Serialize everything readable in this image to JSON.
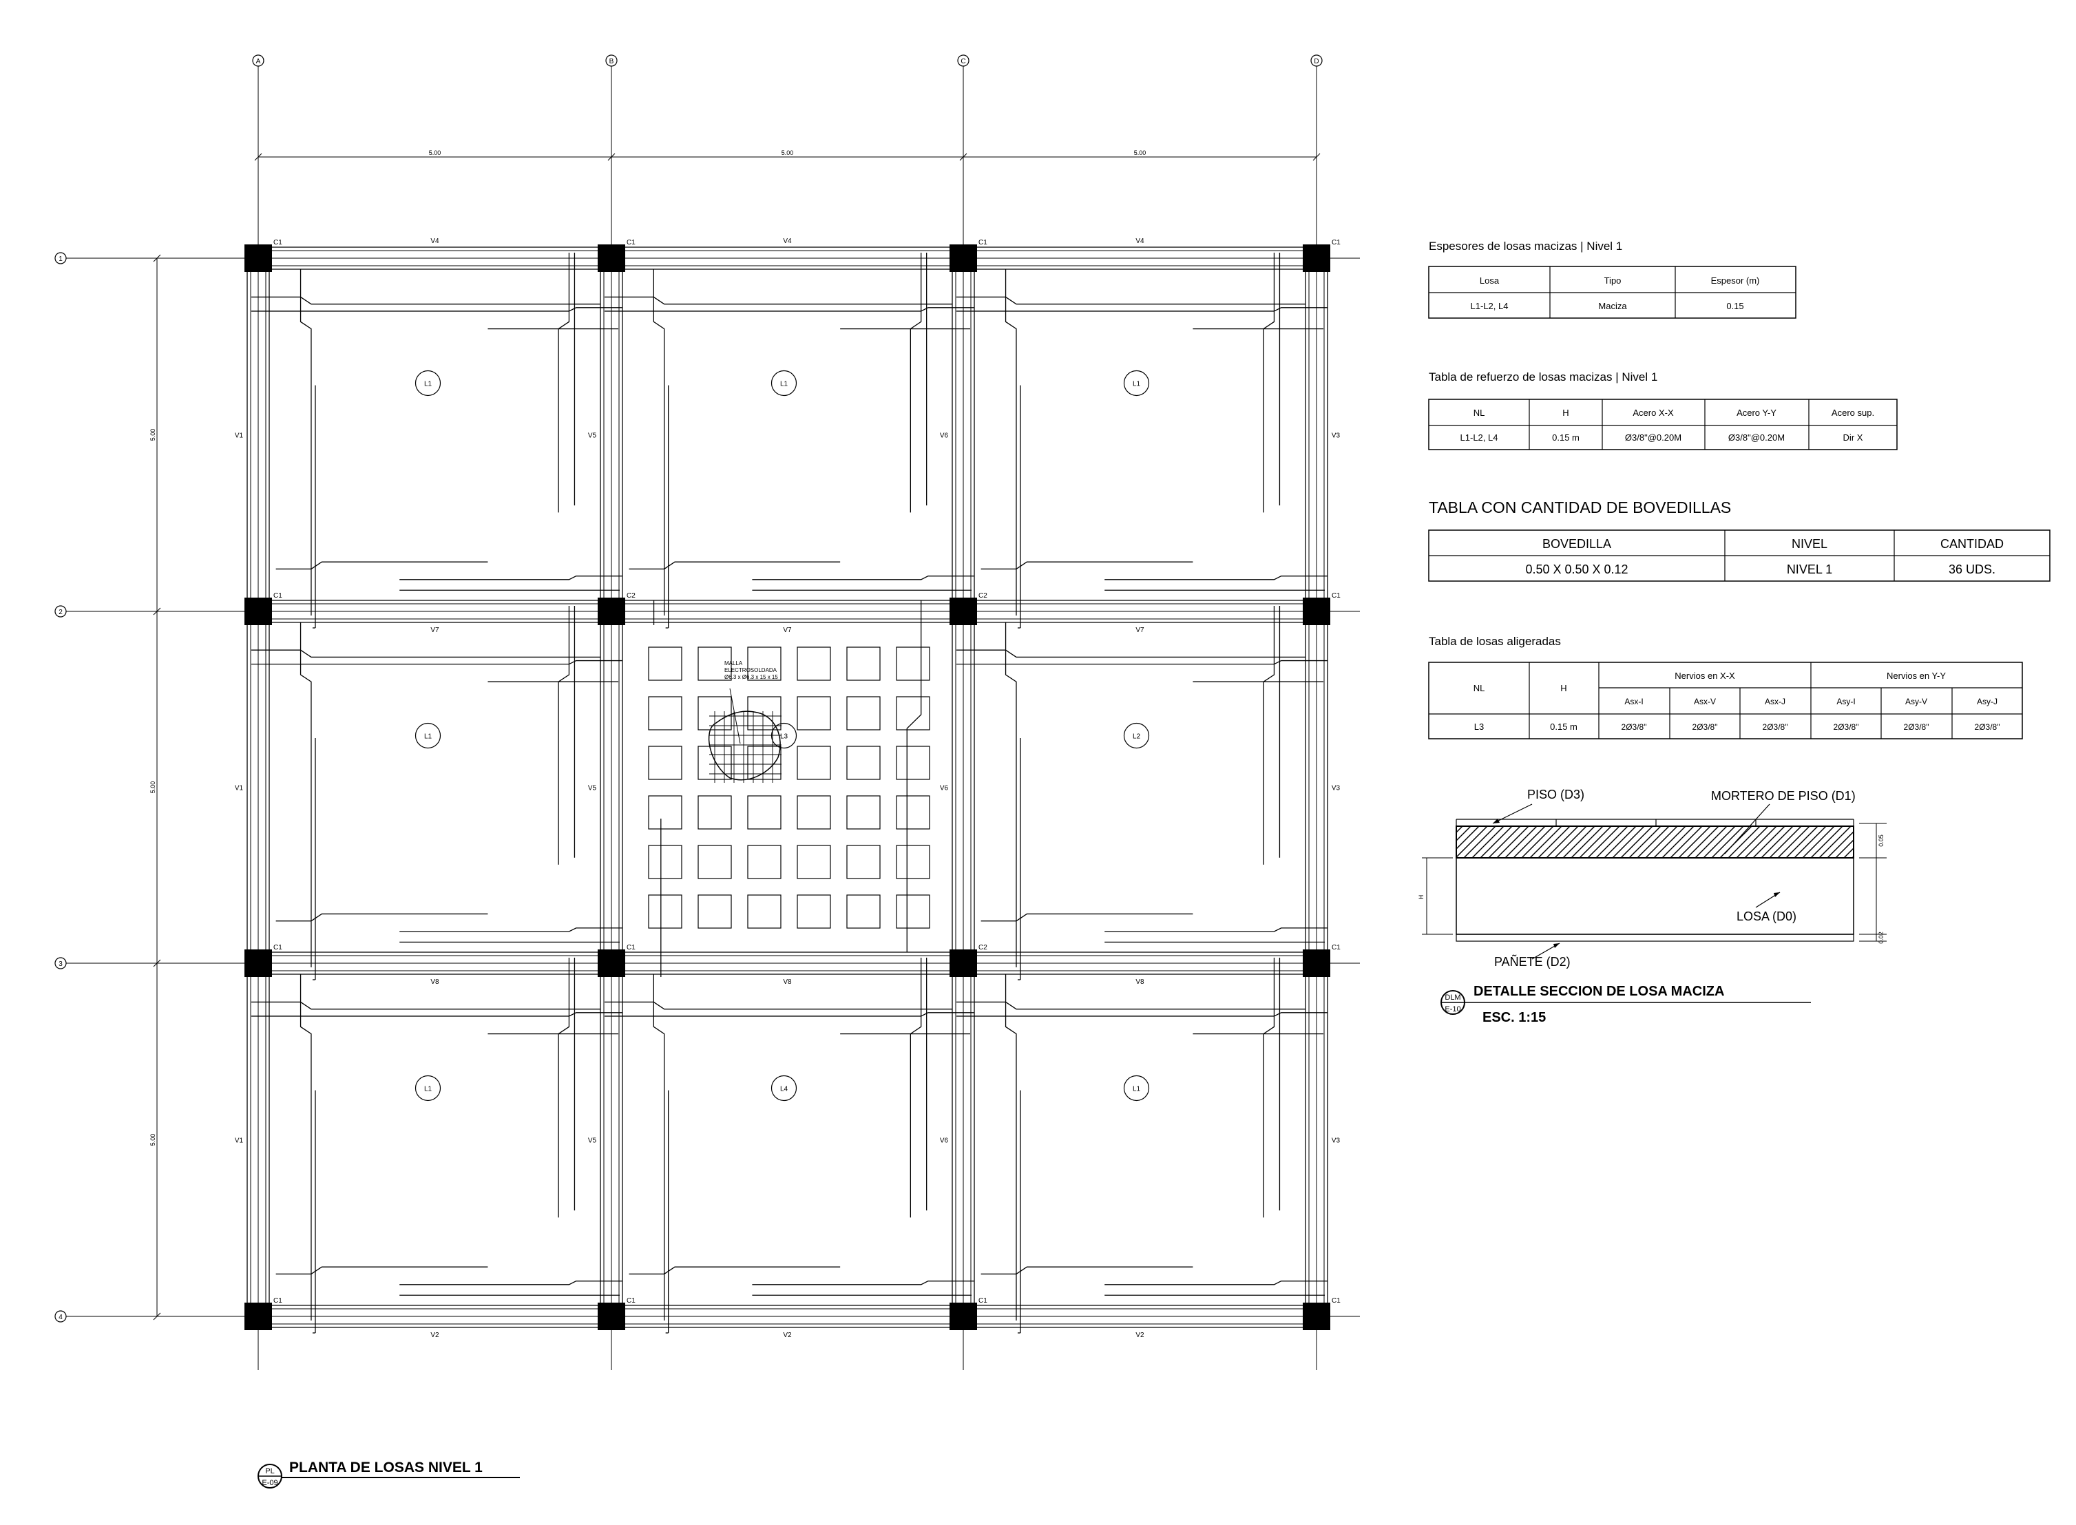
{
  "plan": {
    "grid_x": [
      "A",
      "B",
      "C",
      "D"
    ],
    "grid_y": [
      "1",
      "2",
      "3",
      "4"
    ],
    "dims_x": [
      "5.00",
      "5.00",
      "5.00"
    ],
    "dims_y": [
      "5.00",
      "5.00",
      "5.00"
    ],
    "columns": [
      [
        "C1",
        "C1",
        "C1",
        "C1"
      ],
      [
        "C1",
        "C2",
        "C2",
        "C1"
      ],
      [
        "C1",
        "C1",
        "C2",
        "C1"
      ],
      [
        "C1",
        "C1",
        "C1",
        "C1"
      ]
    ],
    "beams_x": [
      [
        "V4",
        "V4",
        "V4"
      ],
      [
        "V7",
        "V7",
        "V7"
      ],
      [
        "V8",
        "V8",
        "V8"
      ],
      [
        "V2",
        "V2",
        "V2"
      ]
    ],
    "beams_y": [
      [
        "V1",
        "V5",
        "V6",
        "V3"
      ],
      [
        "V1",
        "V5",
        "V6",
        "V3"
      ],
      [
        "V1",
        "V5",
        "V6",
        "V3"
      ]
    ],
    "slabs": [
      [
        "L1",
        "L1",
        "L1"
      ],
      [
        "L1",
        "L3",
        "L2"
      ],
      [
        "L1",
        "L4",
        "L1"
      ]
    ],
    "mesh_note": [
      "MALLA",
      "ELECTROSOLDADA",
      "Ø6.3 x Ø6.3 x 15 x 15"
    ],
    "title": "PLANTA DE LOSAS NIVEL 1",
    "tag_top": "PL",
    "tag_bottom": "E-09"
  },
  "table1": {
    "title": "Espesores de losas macizas | Nivel 1",
    "headers": [
      "Losa",
      "Tipo",
      "Espesor (m)"
    ],
    "row": [
      "L1-L2, L4",
      "Maciza",
      "0.15"
    ]
  },
  "table2": {
    "title": "Tabla de refuerzo de losas macizas | Nivel 1",
    "headers": [
      "NL",
      "H",
      "Acero X-X",
      "Acero Y-Y",
      "Acero sup."
    ],
    "row": [
      "L1-L2, L4",
      "0.15 m",
      "Ø3/8\"@0.20M",
      "Ø3/8\"@0.20M",
      "Dir X"
    ]
  },
  "table3": {
    "title": "TABLA CON CANTIDAD DE BOVEDILLAS",
    "headers": [
      "BOVEDILLA",
      "NIVEL",
      "CANTIDAD"
    ],
    "row": [
      "0.50 X 0.50 X 0.12",
      "NIVEL 1",
      "36 UDS."
    ]
  },
  "table4": {
    "title": "Tabla de losas aligeradas",
    "h_nl": "NL",
    "h_h": "H",
    "group_x": "Nervios en X-X",
    "group_y": "Nervios en Y-Y",
    "sub": [
      "Asx-I",
      "Asx-V",
      "Asx-J",
      "Asy-I",
      "Asy-V",
      "Asy-J"
    ],
    "row": [
      "L3",
      "0.15 m",
      "2Ø3/8\"",
      "2Ø3/8\"",
      "2Ø3/8\"",
      "2Ø3/8\"",
      "2Ø3/8\"",
      "2Ø3/8\""
    ]
  },
  "detail": {
    "piso": "PISO (D3)",
    "mortero": "MORTERO DE PISO (D1)",
    "losa": "LOSA (D0)",
    "panete": "PAÑETE (D2)",
    "dim_top": "0.05",
    "dim_mid": "H",
    "dim_bot": "0.02",
    "title": "DETALLE SECCION DE LOSA MACIZA",
    "scale": "ESC. 1:15",
    "tag_top": "DLM",
    "tag_bottom": "E-10"
  }
}
